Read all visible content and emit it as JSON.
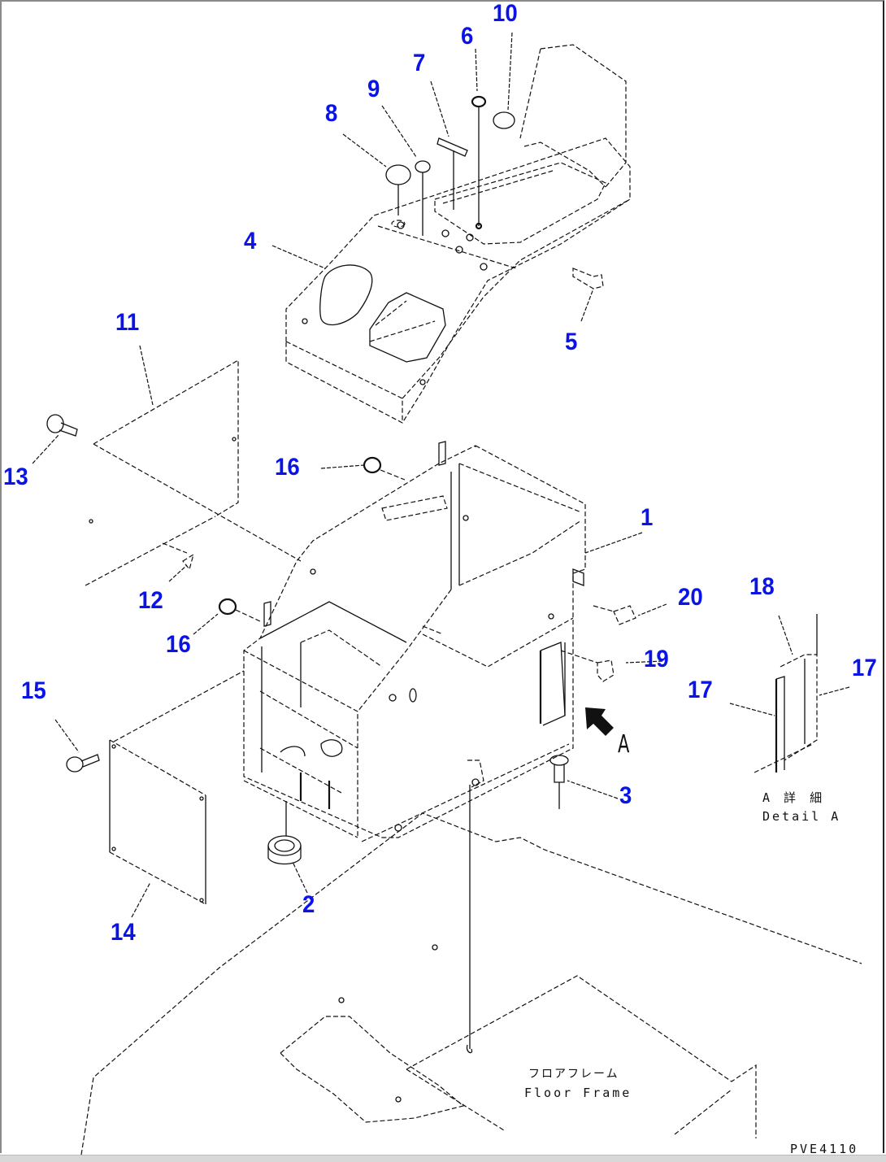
{
  "diagram": {
    "title": "Console box exploded view",
    "drawing_code": "PVE4110",
    "callouts": [
      {
        "id": "c1",
        "label": "1"
      },
      {
        "id": "c2",
        "label": "2"
      },
      {
        "id": "c3",
        "label": "3"
      },
      {
        "id": "c4",
        "label": "4"
      },
      {
        "id": "c5",
        "label": "5"
      },
      {
        "id": "c6",
        "label": "6"
      },
      {
        "id": "c7",
        "label": "7"
      },
      {
        "id": "c8",
        "label": "8"
      },
      {
        "id": "c9",
        "label": "9"
      },
      {
        "id": "c10",
        "label": "10"
      },
      {
        "id": "c11",
        "label": "11"
      },
      {
        "id": "c12",
        "label": "12"
      },
      {
        "id": "c13",
        "label": "13"
      },
      {
        "id": "c14",
        "label": "14"
      },
      {
        "id": "c15",
        "label": "15"
      },
      {
        "id": "c16a",
        "label": "16"
      },
      {
        "id": "c16b",
        "label": "16"
      },
      {
        "id": "c17a",
        "label": "17"
      },
      {
        "id": "c17b",
        "label": "17"
      },
      {
        "id": "c18",
        "label": "18"
      },
      {
        "id": "c19",
        "label": "19"
      },
      {
        "id": "c20",
        "label": "20"
      }
    ],
    "view_arrow_label": "A",
    "detail_note": {
      "jp": "A 詳 細",
      "en": "Detail A"
    },
    "floor_frame_note": {
      "jp": "フロアフレーム",
      "en": "Floor Frame"
    }
  },
  "colors": {
    "callout": "#0a14e6",
    "line": "#111111",
    "background": "#ffffff"
  }
}
